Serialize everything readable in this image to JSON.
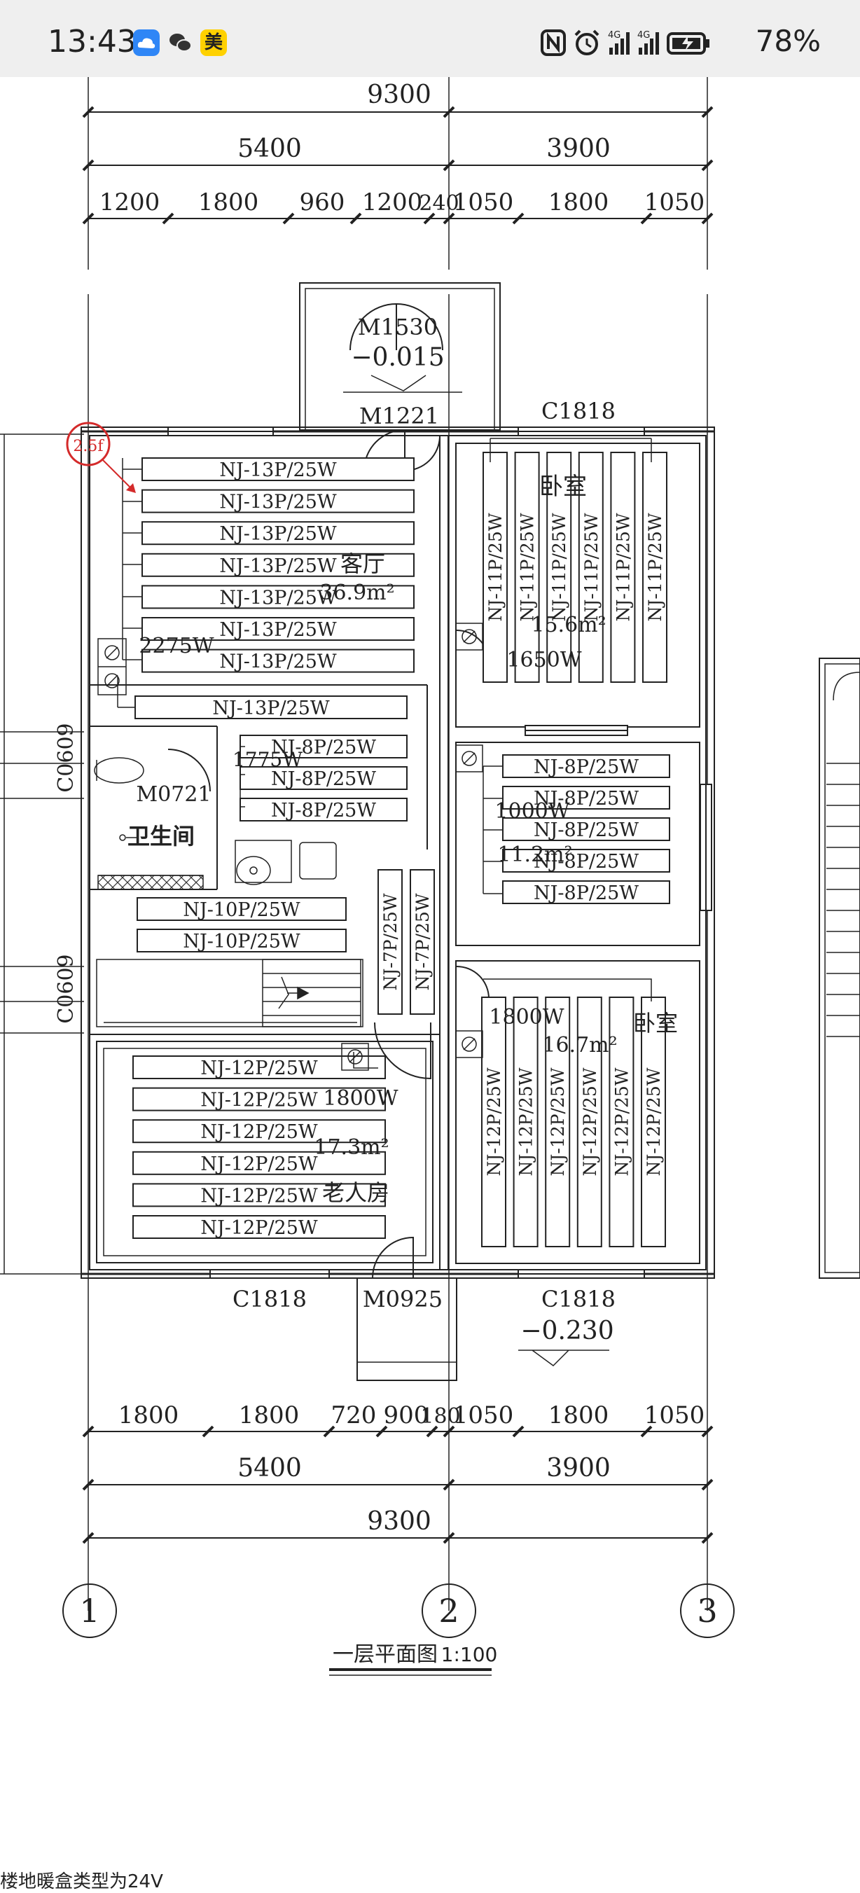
{
  "status_bar": {
    "time": "13:43",
    "apps": [
      {
        "icon": "cloud-app-icon",
        "color": "#2f86f6"
      },
      {
        "icon": "wechat-icon",
        "color": "#333333"
      },
      {
        "icon": "meituan-icon",
        "color": "#ffd100",
        "text": "美"
      }
    ],
    "indicators": [
      "nfc-icon",
      "alarm-icon",
      "signal-4g-icon",
      "signal-4g-icon",
      "battery-charging-icon"
    ],
    "network_label": "4G",
    "battery": "78%"
  },
  "plan": {
    "title": "一层平面图",
    "scale": "1:100",
    "dims": {
      "top_total": "9300",
      "top_left": "5400",
      "top_right": "3900",
      "top_segments": [
        "1200",
        "1800",
        "960",
        "1200",
        "240",
        "1050",
        "1800",
        "1050"
      ],
      "bottom_segments": [
        "1800",
        "1800",
        "720",
        "900",
        "180",
        "1050",
        "1800",
        "1050"
      ],
      "bottom_left": "5400",
      "bottom_right": "3900",
      "bottom_total": "9300"
    },
    "axes": [
      "1",
      "2",
      "3"
    ],
    "doors": [
      "M1530",
      "M1221",
      "M0721",
      "M0925"
    ],
    "windows": [
      "C1818",
      "C0609",
      "C0609",
      "C1818",
      "C1818"
    ],
    "levels": [
      "−0.015",
      "−0.230"
    ],
    "marker": "2.5f",
    "rooms": {
      "living": {
        "name": "客厅",
        "area": "36.9m²",
        "power": "2275W",
        "panels": [
          "NJ-13P/25W",
          "NJ-13P/25W",
          "NJ-13P/25W",
          "NJ-13P/25W",
          "NJ-13P/25W",
          "NJ-13P/25W",
          "NJ-13P/25W",
          "NJ-13P/25W"
        ]
      },
      "hall": {
        "power": "1775W",
        "panels": [
          "NJ-8P/25W",
          "NJ-8P/25W",
          "NJ-8P/25W"
        ]
      },
      "bath": {
        "name": "卫生间"
      },
      "corridor": {
        "panels": [
          "NJ-10P/25W",
          "NJ-10P/25W"
        ],
        "vpanels": [
          "NJ-7P/25W",
          "NJ-7P/25W"
        ]
      },
      "bedroom1": {
        "name": "卧室",
        "area": "15.6m²",
        "power": "1650W",
        "panels": [
          "NJ-11P/25W",
          "NJ-11P/25W",
          "NJ-11P/25W",
          "NJ-11P/25W",
          "NJ-11P/25W",
          "NJ-11P/25W"
        ]
      },
      "room2": {
        "area": "11.2m²",
        "power": "1000W",
        "panels": [
          "NJ-8P/25W",
          "NJ-8P/25W",
          "NJ-8P/25W",
          "NJ-8P/25W",
          "NJ-8P/25W"
        ]
      },
      "elder": {
        "name": "老人房",
        "area": "17.3m²",
        "power": "1800W",
        "panels": [
          "NJ-12P/25W",
          "NJ-12P/25W",
          "NJ-12P/25W",
          "NJ-12P/25W",
          "NJ-12P/25W",
          "NJ-12P/25W"
        ]
      },
      "bedroom3": {
        "name": "卧室",
        "area": "16.7m²",
        "power": "1800W",
        "panels": [
          "NJ-12P/25W",
          "NJ-12P/25W",
          "NJ-12P/25W",
          "NJ-12P/25W",
          "NJ-12P/25W",
          "NJ-12P/25W"
        ]
      }
    }
  },
  "bottom_text": "楼地暖盒类型为24V"
}
